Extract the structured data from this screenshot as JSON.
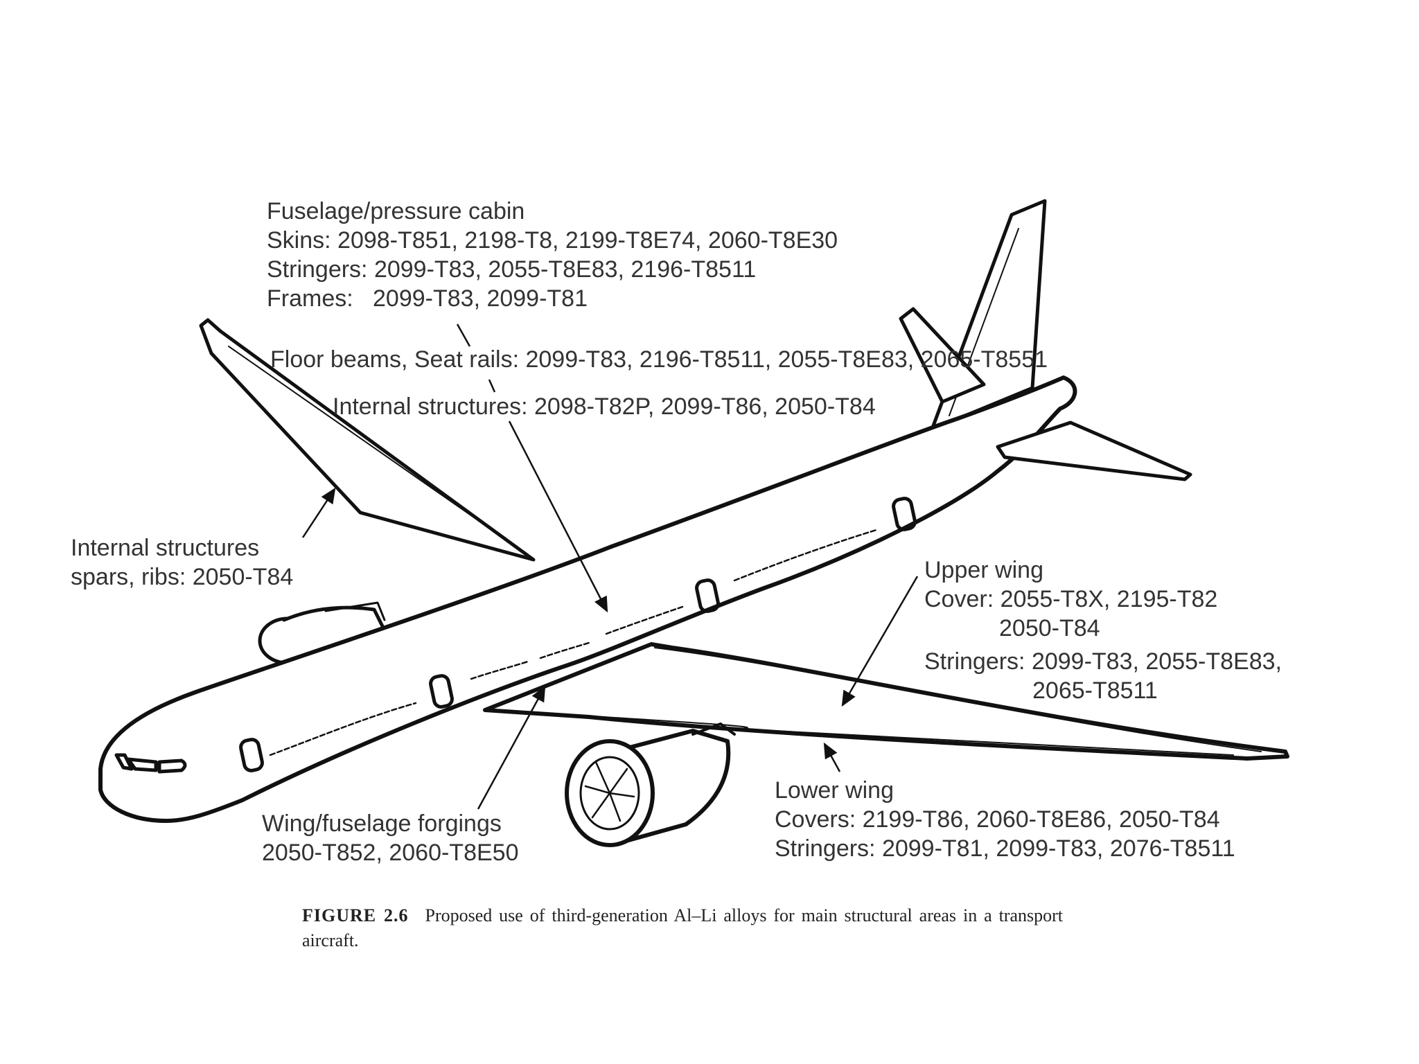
{
  "labels": {
    "fuselage": {
      "title": "Fuselage/pressure cabin",
      "skins": "Skins: 2098-T851, 2198-T8, 2199-T8E74, 2060-T8E30",
      "stringers": "Stringers: 2099-T83, 2055-T8E83, 2196-T8511",
      "frames": "Frames:   2099-T83, 2099-T81"
    },
    "floor_beams": "Floor beams, Seat rails: 2099-T83, 2196-T8511, 2055-T8E83, 2065-T8551",
    "internal_structures_fuselage": "Internal structures: 2098-T82P, 2099-T86, 2050-T84",
    "internal_structures_wing": {
      "line1": "Internal structures",
      "line2": "spars, ribs: 2050-T84"
    },
    "upper_wing": {
      "title": "Upper wing",
      "cover": "Cover: 2055-T8X, 2195-T82",
      "cover_cont": "2050-T84",
      "stringers": "Stringers: 2099-T83, 2055-T8E83,",
      "stringers_cont": "2065-T8511"
    },
    "forgings": {
      "title": "Wing/fuselage forgings",
      "alloys": "2050-T852, 2060-T8E50"
    },
    "lower_wing": {
      "title": "Lower wing",
      "covers": "Covers: 2199-T86, 2060-T8E86, 2050-T84",
      "stringers": "Stringers: 2099-T81, 2099-T83, 2076-T8511"
    }
  },
  "caption": {
    "label": "FIGURE 2.6",
    "text": "Proposed use of third-generation Al–Li alloys for main structural areas in a transport aircraft."
  },
  "colors": {
    "line": "#111111",
    "text": "#333333"
  }
}
